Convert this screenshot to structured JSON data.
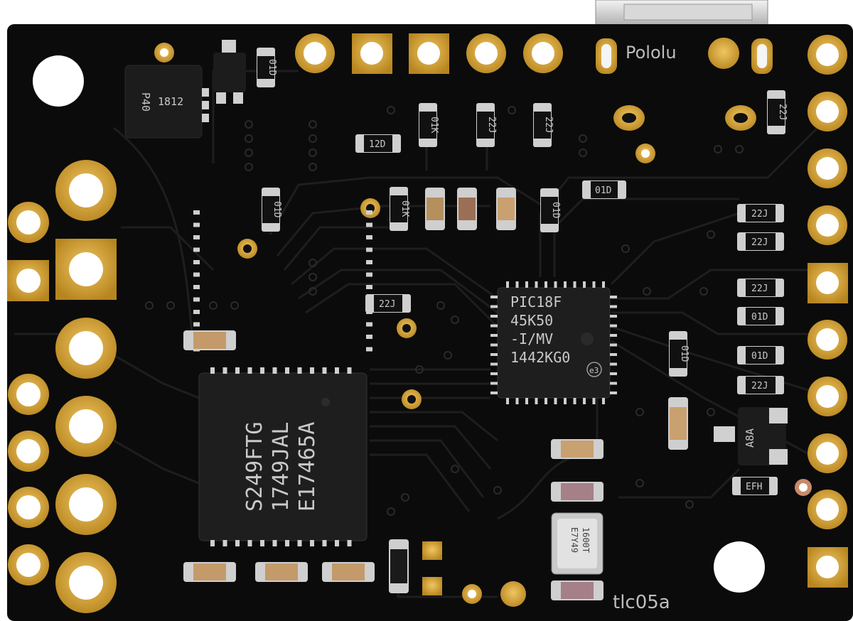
{
  "board": {
    "brand_text": "Pololu",
    "revision_text": "tlc05a",
    "colors": {
      "pcb": "#0b0b0b",
      "gold": "#c8962c",
      "gold_light": "#e2b64a",
      "chip": "#1c1c1c",
      "trace": "#1a1a1a",
      "resistor_body": "#111111",
      "resistor_cap": "#cfcfcf"
    }
  },
  "chips": {
    "sensor": {
      "line1": "1812",
      "line2": "P40"
    },
    "motor_driver": {
      "line1": "E17465A",
      "line2": "1749JAL",
      "line3": "S249FTG"
    },
    "microcontroller": {
      "line1": "PIC18F",
      "line2": "45K50",
      "line3": "-I/MV",
      "line4": "1442KG0",
      "badge": "e3"
    },
    "crystal": {
      "line1": "1600T",
      "line2": "E7Y49"
    },
    "sot_regulator": {
      "label": "A8A"
    }
  },
  "resistor_labels": {
    "r_top_a": "01D",
    "r_top_b": "12D",
    "r_top_c": "01K",
    "r_top_d": "22J",
    "r_top_e": "22J",
    "r_top_f": "22J",
    "r_mid_a": "01D",
    "r_mid_b": "01K",
    "r_mid_c": "01D",
    "r_mid_d": "01D",
    "r_mid_e": "22J",
    "r_right_a": "22J",
    "r_right_b": "22J",
    "r_right_c": "22J",
    "r_right_d": "01D",
    "r_right_e": "01D",
    "r_right_f": "22J",
    "r_right_g": "01D",
    "r_bottom_a": "EFH"
  }
}
